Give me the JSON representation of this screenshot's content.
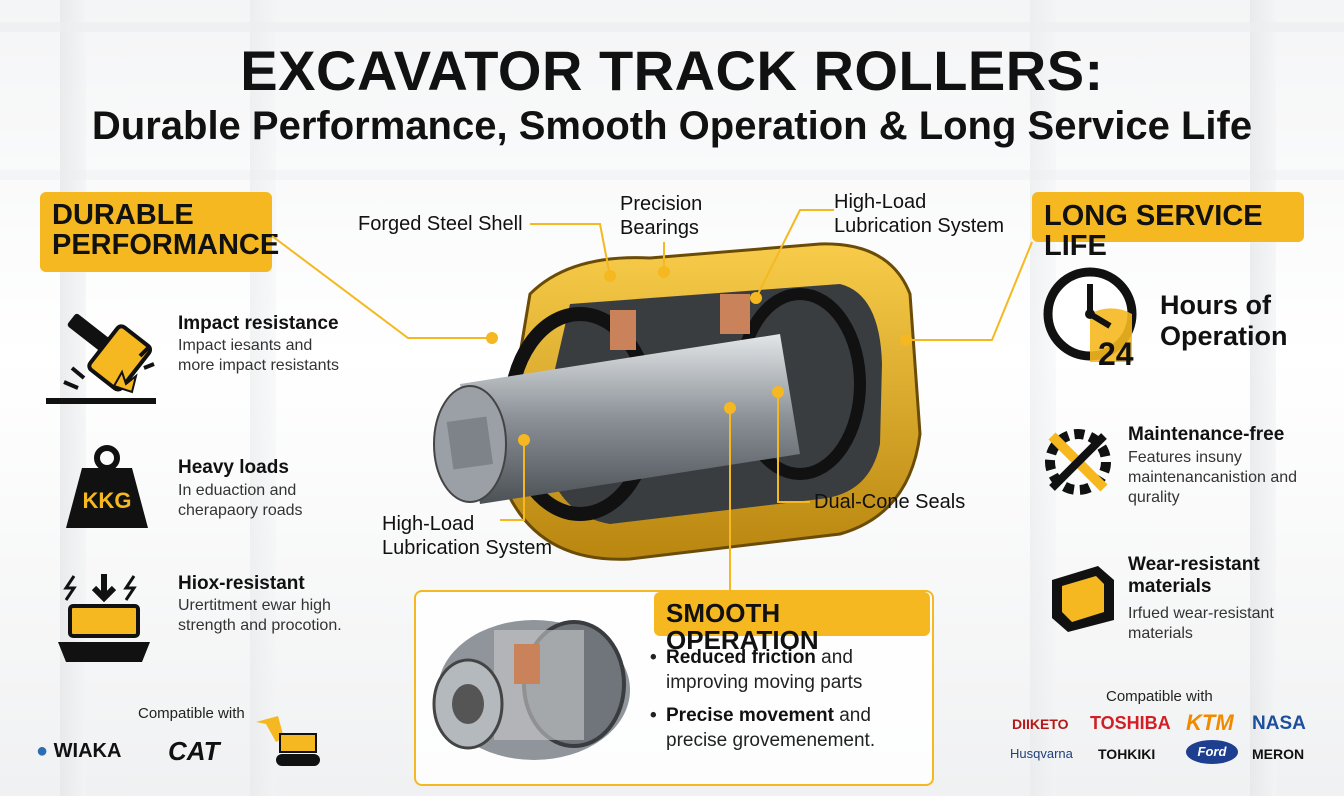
{
  "title": {
    "line1": "EXCAVATOR TRACK ROLLERS:",
    "line2": "Durable Performance, Smooth Operation & Long Service Life"
  },
  "durable": {
    "badge": "DURABLE PERFORMANCE",
    "items": [
      {
        "title": "Impact resistance",
        "desc": "Impact iesants and more impact resistants",
        "icon": "hammer-icon"
      },
      {
        "title": "Heavy loads",
        "desc": "In eduaction and cherapaory roads",
        "icon": "weight-icon",
        "icon_text": "KKG"
      },
      {
        "title": "Hiox-resistant",
        "desc": "Urertitment ewar high strength and procotion.",
        "icon": "pressure-icon"
      }
    ]
  },
  "callouts": {
    "forged_shell": "Forged Steel Shell",
    "precision_bearings": "Precision Bearings",
    "lube_top": "High-Load Lubrication System",
    "dual_cone": "Dual-Cone Seals",
    "lube_bottom": "High-Load Lubrication System"
  },
  "longlife": {
    "badge": "LONG SERVICE LIFE",
    "hours_label": "Hours of Operation",
    "clock_number": "24",
    "items": [
      {
        "title": "Maintenance-free",
        "desc": "Features insuny maintenancanistion and qurality",
        "icon": "wrench-gear-icon"
      },
      {
        "title": "Wear-resistant materials",
        "desc": "Irfued wear-resistant materials",
        "icon": "steel-bar-icon"
      }
    ]
  },
  "smooth": {
    "badge": "SMOOTH OPERATION",
    "bullets": [
      {
        "bold": "Reduced friction",
        "rest": " and improving moving parts"
      },
      {
        "bold": "Precise movement",
        "rest": " and precise grovemenement."
      }
    ]
  },
  "compat_left": {
    "label": "Compatible with",
    "brands": [
      "WIAKA",
      "CAT"
    ]
  },
  "compat_right": {
    "label": "Compatible with",
    "brands": [
      "DIIKETO",
      "TOSHIBA",
      "KTM",
      "NASA",
      "Husqvarna",
      "TOHKIKI",
      "Ford",
      "MERON"
    ]
  },
  "colors": {
    "accent": "#f5b820",
    "dark": "#111111",
    "steel": "#8a9096",
    "copper": "#c9825a"
  }
}
